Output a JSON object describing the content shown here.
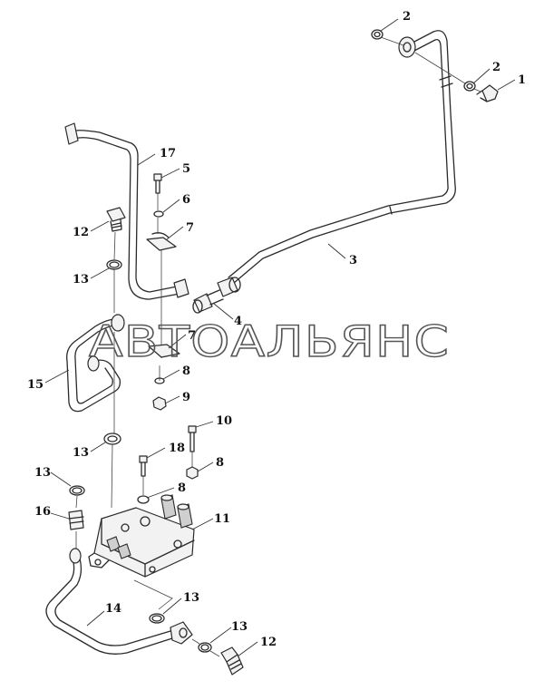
{
  "watermark": "АВТОАЛЬЯНС",
  "callouts": {
    "c1": "1",
    "c2a": "2",
    "c2b": "2",
    "c3": "3",
    "c4": "4",
    "c5": "5",
    "c6": "6",
    "c7a": "7",
    "c7b": "7",
    "c8a": "8",
    "c8b": "8",
    "c8c": "8",
    "c9": "9",
    "c10": "10",
    "c11": "11",
    "c12a": "12",
    "c12b": "12",
    "c13a": "13",
    "c13b": "13",
    "c13c": "13",
    "c13d": "13",
    "c13e": "13",
    "c14": "14",
    "c15": "15",
    "c16": "16",
    "c17": "17",
    "c18": "18"
  }
}
